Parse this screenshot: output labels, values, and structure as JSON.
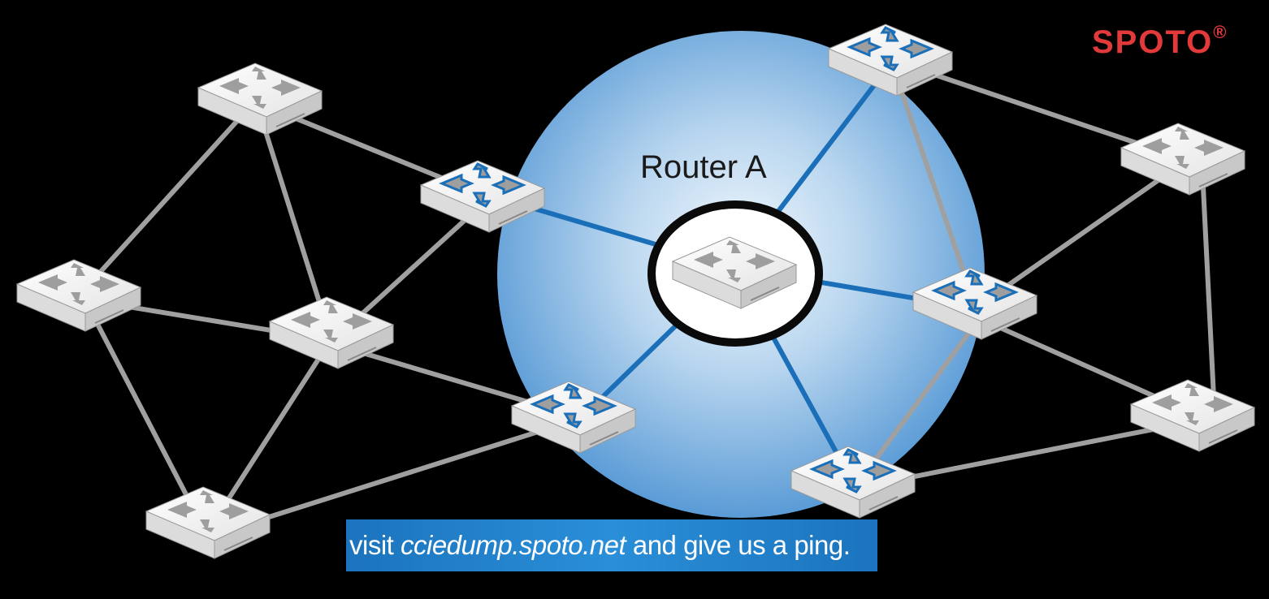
{
  "diagram": {
    "router_label": "Router A",
    "highlight_color": "#1a6fb8",
    "link_color": "#a0a0a0"
  },
  "logo": {
    "text": "SPOTO",
    "mark": "®",
    "color": "#e23a3a"
  },
  "banner": {
    "prefix": "visit ",
    "link": "cciedump.spoto.net",
    "suffix": " and give us a ping."
  }
}
